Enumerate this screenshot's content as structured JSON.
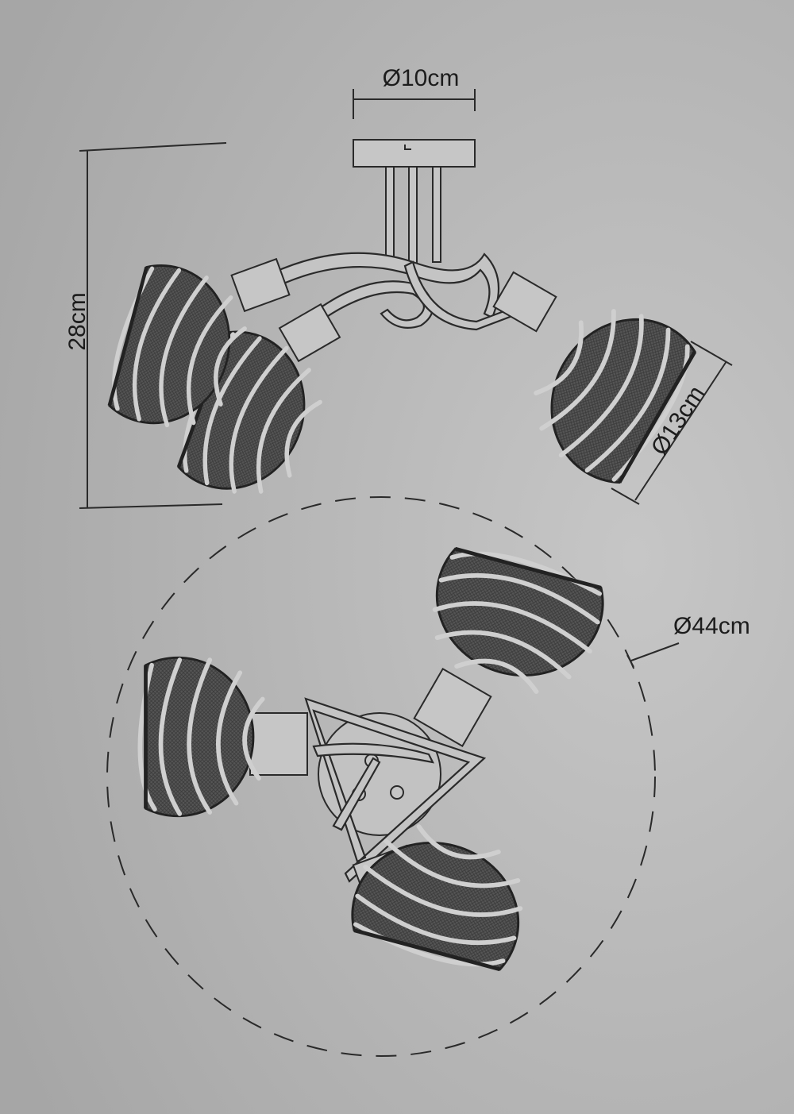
{
  "diagram": {
    "dimensions": {
      "canopy_diameter": "Ø10cm",
      "height": "28cm",
      "shade_diameter": "Ø13cm",
      "overall_diameter": "Ø44cm"
    },
    "colors": {
      "background": "#b4b4b4",
      "line": "#2a2a2a",
      "shade": "#4e4e4e",
      "stripe": "#cfcfcf"
    }
  }
}
